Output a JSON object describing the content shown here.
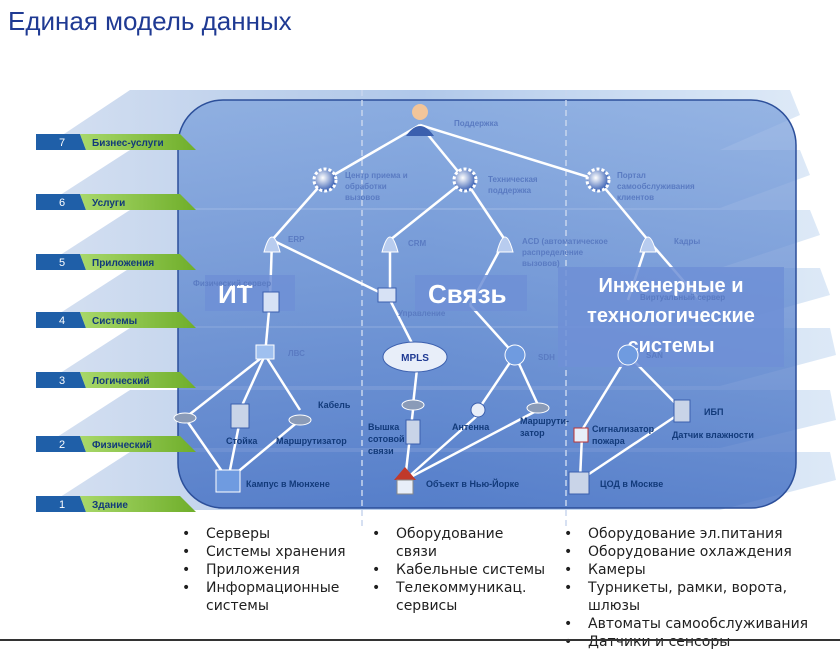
{
  "title": "Единая модель данных",
  "layers": [
    {
      "num": "7",
      "label": "Бизнес-услуги"
    },
    {
      "num": "6",
      "label": "Услуги"
    },
    {
      "num": "5",
      "label": "Приложения"
    },
    {
      "num": "4",
      "label": "Системы"
    },
    {
      "num": "3",
      "label": "Логический"
    },
    {
      "num": "2",
      "label": "Физический"
    },
    {
      "num": "1",
      "label": "Здание"
    }
  ],
  "sections": {
    "it": "ИТ",
    "svyaz": "Связь",
    "eng_line1": "Инженерные и",
    "eng_line2": "технологические",
    "eng_line3": "системы"
  },
  "nodes": {
    "support": "Поддержка",
    "call_center": [
      "Центр приема и",
      "обработки",
      "вызовов"
    ],
    "tech_support": [
      "Техническая",
      "поддержка"
    ],
    "portal": [
      "Портал",
      "самообслуживания",
      "клиентов"
    ],
    "erp": "ERP",
    "crm": "CRM",
    "acd": [
      "ACD (автоматическое",
      "распределение",
      "вызовов)"
    ],
    "kadry": "Кадры",
    "phys_server": "Физический сервер",
    "upravlenie": "Управление",
    "virtual": "Виртуальный сервер",
    "lvs": "ЛВС",
    "mpls": "MPLS",
    "sdh": "SDH",
    "san": "SAN",
    "kabel": "Кабель",
    "stoyka": "Стойка",
    "marshrutizator": "Маршрутизатор",
    "vyshka": [
      "Вышка",
      "сотовой",
      "связи"
    ],
    "antenna": "Антенна",
    "marshrutizator2": [
      "Маршрути-",
      "затор"
    ],
    "signalizator": [
      "Сигнализатор",
      "пожара"
    ],
    "ibp": "ИБП",
    "datchik": "Датчик влажности",
    "kampus": "Кампус в Мюнхене",
    "obekt": "Объект в Нью-Йорке",
    "tsod": "ЦОД в Москве"
  },
  "lists": {
    "it": [
      "Серверы",
      "Системы хранения",
      "Приложения",
      "Информационные системы"
    ],
    "svyaz": [
      "Оборудование связи",
      "Кабельные системы",
      "Телекоммуникац. сервисы"
    ],
    "eng": [
      "Оборудование эл.питания",
      "Оборудование охлаждения",
      "Камеры",
      "Турникеты, рамки, ворота, шлюзы",
      "Автоматы самообслуживания",
      "Датчики и сенсоры"
    ]
  },
  "colors": {
    "title": "#1f3a93",
    "layer_tab": "#1f5fa8",
    "layer_label_bg": "#8cc63f",
    "panel": "#4a78c8",
    "section_box": "#6f8fd6"
  }
}
